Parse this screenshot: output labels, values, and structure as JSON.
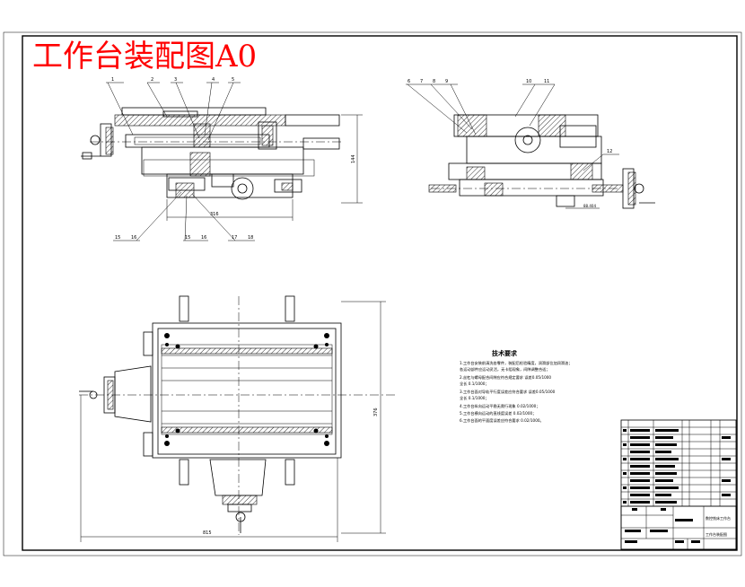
{
  "drawing": {
    "title": "工作台装配图A0"
  },
  "front_view": {
    "balloons": [
      "1",
      "2",
      "3",
      "4",
      "5",
      "15",
      "16",
      "15",
      "16",
      "17",
      "18"
    ],
    "dim_height": "144",
    "dim_width": "316"
  },
  "side_view": {
    "balloons": [
      "6",
      "7",
      "8",
      "9",
      "10",
      "11",
      "12"
    ],
    "dim_width": "88.404"
  },
  "top_view": {
    "dim_width": "815",
    "dim_height": "376"
  },
  "tech_requirements": {
    "title": "技术要求",
    "lines": [
      "1.工作台安装前清洗各零件，装配后检验精度，润滑部位加润滑油；",
      "  各运动部件应运动灵活，无卡阻现象，间隙调整合适；",
      "2.丝杠与螺母配合间隙应符合规定要求 误差0.05/1000",
      "  全长 0.1/1000；",
      "3.工作台面对导轨平行度误差应符合要求 误差0.05/1000",
      "  全长 0.1/1000；",
      "4.工作台纵向运动平稳无爬行现象 0.02/1000；",
      "5.工作台横向运动的直线度误差 0.02/1000；",
      "6.工作台面的平面度误差应符合要求 0.02/1000。"
    ]
  },
  "title_block": {
    "drawing_name": "数控铣床工作台",
    "drawing_no": "工作台装配图"
  }
}
